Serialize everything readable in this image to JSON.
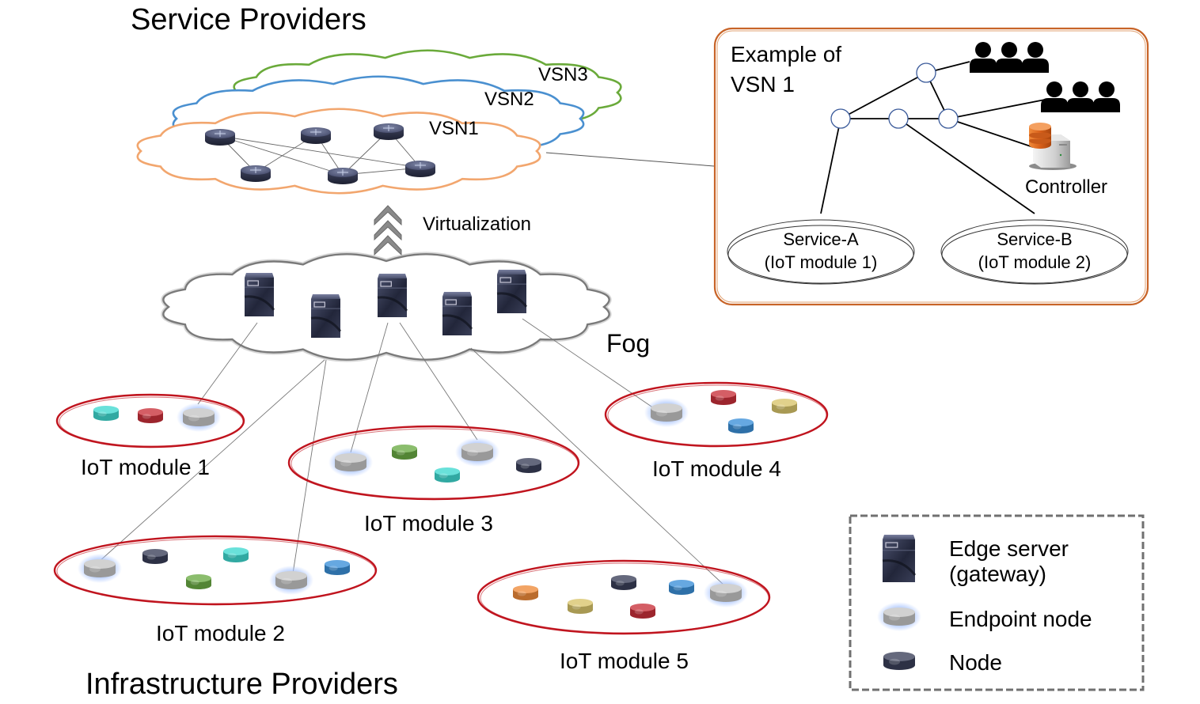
{
  "titles": {
    "top": "Service Providers",
    "bottom": "Infrastructure Providers"
  },
  "vsn_clouds": [
    {
      "label": "VSN3",
      "color": "#6aaa3a"
    },
    {
      "label": "VSN2",
      "color": "#4a90d0"
    },
    {
      "label": "VSN1",
      "color": "#f2a66e"
    }
  ],
  "virtualization_label": "Virtualization",
  "fog_label": "Fog",
  "example": {
    "title": "Example of\nVSN 1",
    "border_color": "#c86428",
    "controller_label": "Controller",
    "services": [
      {
        "label": "Service-A\n(IoT module 1)"
      },
      {
        "label": "Service-B\n(IoT module 2)"
      }
    ]
  },
  "iot_modules": [
    {
      "label": "IoT module 1",
      "nodes": [
        "cyan",
        "red",
        "endpoint"
      ]
    },
    {
      "label": "IoT module 2",
      "nodes": [
        "endpoint",
        "dark",
        "cyan",
        "green",
        "endpoint",
        "blue"
      ]
    },
    {
      "label": "IoT module 3",
      "nodes": [
        "endpoint",
        "green",
        "endpoint",
        "cyan",
        "dark"
      ]
    },
    {
      "label": "IoT module 4",
      "nodes": [
        "endpoint",
        "red",
        "yellow",
        "blue"
      ]
    },
    {
      "label": "IoT module 5",
      "nodes": [
        "orange",
        "yellow",
        "dark",
        "red",
        "blue",
        "endpoint"
      ]
    }
  ],
  "node_colors": {
    "cyan": "#3fd9d0",
    "red": "#c8303a",
    "green": "#6aab44",
    "blue": "#3b8fd8",
    "yellow": "#d8c46a",
    "orange": "#ee8a3a",
    "dark": "#3a3f58",
    "endpoint": "#c4c4c4"
  },
  "module_ring_color": "#c0141e",
  "legend": {
    "items": [
      {
        "icon": "edge-server-icon",
        "label": "Edge server\n(gateway)"
      },
      {
        "icon": "endpoint-node-icon",
        "label": "Endpoint node"
      },
      {
        "icon": "node-icon",
        "label": "Node"
      }
    ]
  }
}
